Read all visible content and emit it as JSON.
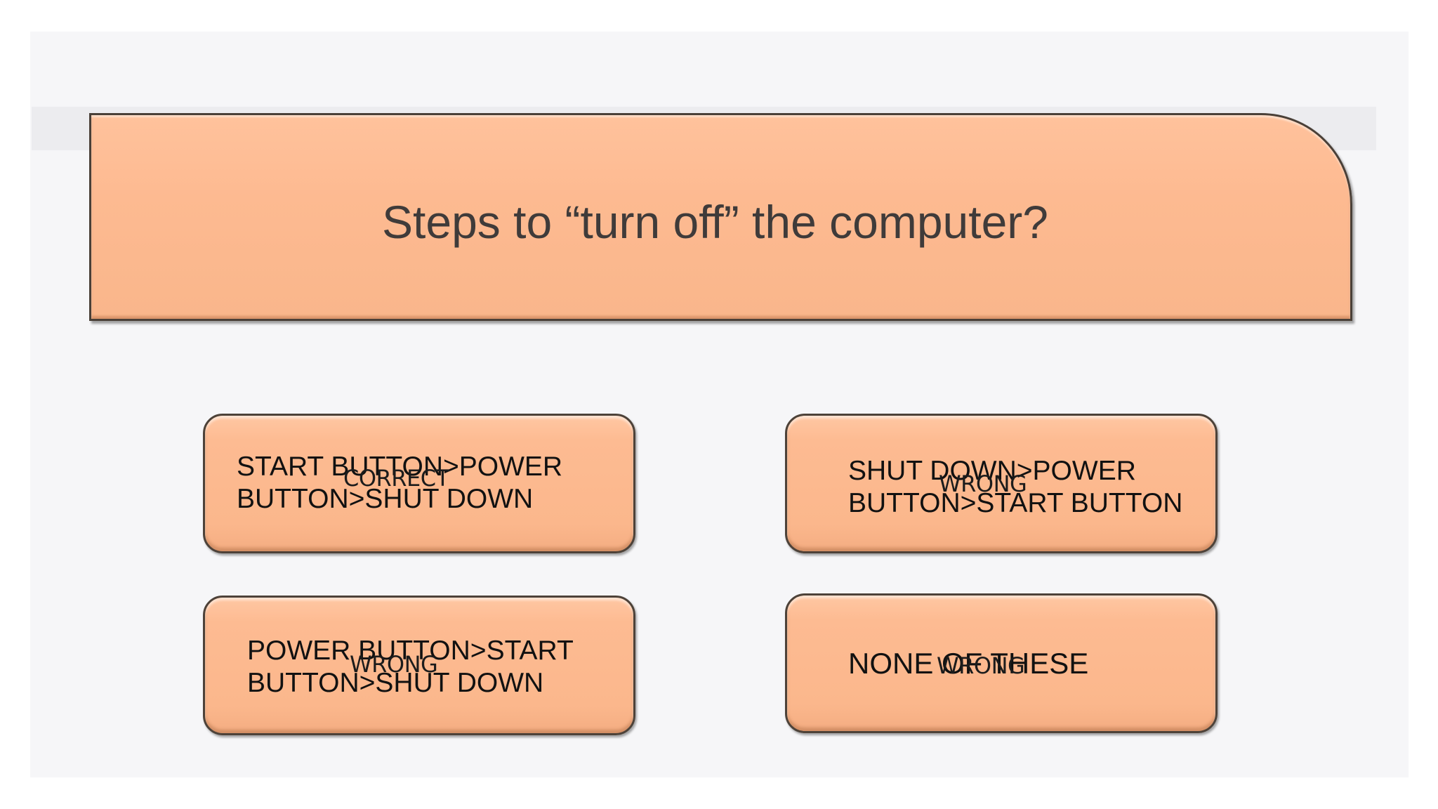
{
  "question": {
    "title": "Steps to “turn off” the computer?"
  },
  "options": [
    {
      "label": "START BUTTON>POWER\nBUTTON>SHUT DOWN",
      "result": "CORRECT"
    },
    {
      "label": "SHUT DOWN>POWER\nBUTTON>START BUTTON",
      "result": "WRONG"
    },
    {
      "label": "POWER BUTTON>START\nBUTTON>SHUT DOWN",
      "result": "WRONG"
    },
    {
      "label": "NONE OF THESE",
      "result": "WRONG"
    }
  ],
  "colors": {
    "box_fill": "#fbb78c",
    "box_border": "#4a4038",
    "title_text": "#3f3b3a",
    "background": "#f6f6f8"
  }
}
